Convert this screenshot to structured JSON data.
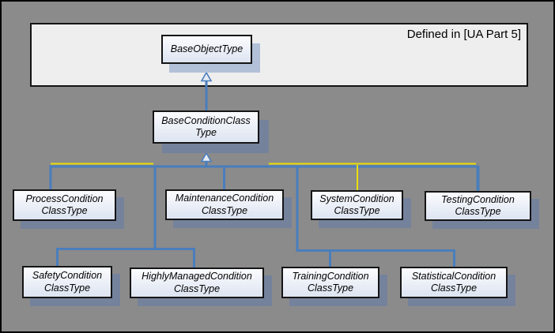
{
  "figure": {
    "caption": "Defined in [UA Part 5]"
  },
  "colors": {
    "background": "#8b8b8b",
    "panel_fill": "#eeeeee",
    "connector_blue": "#4a7ebc",
    "connector_yellow": "#e9df0b",
    "node_shadow_dark": "#75829c",
    "node_shadow_light": "#b2c0d8",
    "text": "#000000"
  },
  "nodes": [
    {
      "id": "base-object-type",
      "lines": [
        "BaseObjectType"
      ]
    },
    {
      "id": "base-condition-class-type",
      "lines": [
        "BaseConditionClass",
        "Type"
      ]
    },
    {
      "id": "process-condition-class-type",
      "lines": [
        "ProcessCondition",
        "ClassType"
      ]
    },
    {
      "id": "maintenance-condition-class-type",
      "lines": [
        "MaintenanceCondition",
        "ClassType"
      ]
    },
    {
      "id": "system-condition-class-type",
      "lines": [
        "SystemCondition",
        "ClassType"
      ]
    },
    {
      "id": "testing-condition-class-type",
      "lines": [
        "TestingCondition",
        "ClassType"
      ]
    },
    {
      "id": "safety-condition-class-type",
      "lines": [
        "SafetyCondition",
        "ClassType"
      ]
    },
    {
      "id": "highly-managed-condition-class-type",
      "lines": [
        "HighlyManagedCondition",
        "ClassType"
      ]
    },
    {
      "id": "training-condition-class-type",
      "lines": [
        "TrainingCondition",
        "ClassType"
      ]
    },
    {
      "id": "statistical-condition-class-type",
      "lines": [
        "StatisticalCondition",
        "ClassType"
      ]
    }
  ]
}
